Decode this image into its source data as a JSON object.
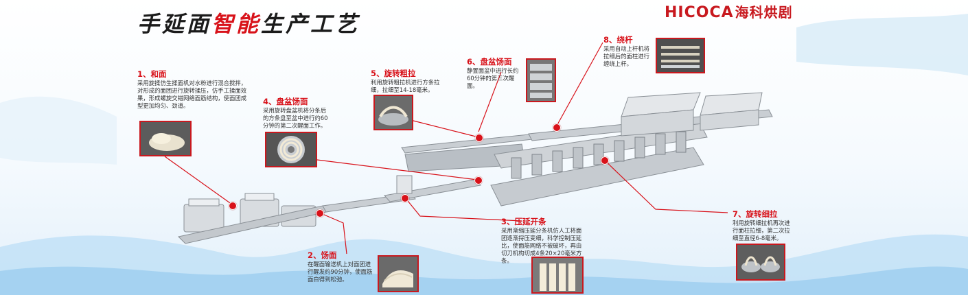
{
  "title": {
    "part1": "手延面",
    "highlight": "智能",
    "part2": "生产工艺"
  },
  "brand": {
    "latin": "HICOCA",
    "cn": "海科烘剧"
  },
  "steps": [
    {
      "head": "1、和面",
      "desc": "采用旋揉仿生揉面机对水粉进行混合搅拌，对形成的面团进行旋转揉压，仿手工揉面效果，形成螺旋交错网络面筋结构，使面团成型更加均匀、劲道。"
    },
    {
      "head": "2、饧面",
      "desc": "在醒面输送机上对面团进行醒发约90分钟，使面筋面白得到松弛。"
    },
    {
      "head": "3、压延开条",
      "desc": "采用渐缩压延分条机仿人工将面团逐渐捋压变细，科学控制压延比，使面筋网络不被破坏，再由切刀机构切成4条20×20毫米方条。"
    },
    {
      "head": "4、盘盆饧面",
      "desc": "采用旋转盘盆机将分条后的方条盘至盆中进行约60分钟的第二次醒面工作。"
    },
    {
      "head": "5、旋转粗拉",
      "desc": "利用旋转粗拉机进行方条拉细，拉细至14-18毫米。"
    },
    {
      "head": "6、盘盆饧面",
      "desc": "静置面盆中进行长约60分钟的第三次醒面。"
    },
    {
      "head": "7、旋转细拉",
      "desc": "利用旋转细拉机再次进行面柱拉细，第二次拉细至直径6-8毫米。"
    },
    {
      "head": "8、绕杆",
      "desc": "采用自动上杆机将拉细后的面柱进行缠绕上杆。"
    }
  ],
  "colors": {
    "accent": "#d8121a",
    "machine": "#d9dde1",
    "sky": "#cfe6f6"
  }
}
